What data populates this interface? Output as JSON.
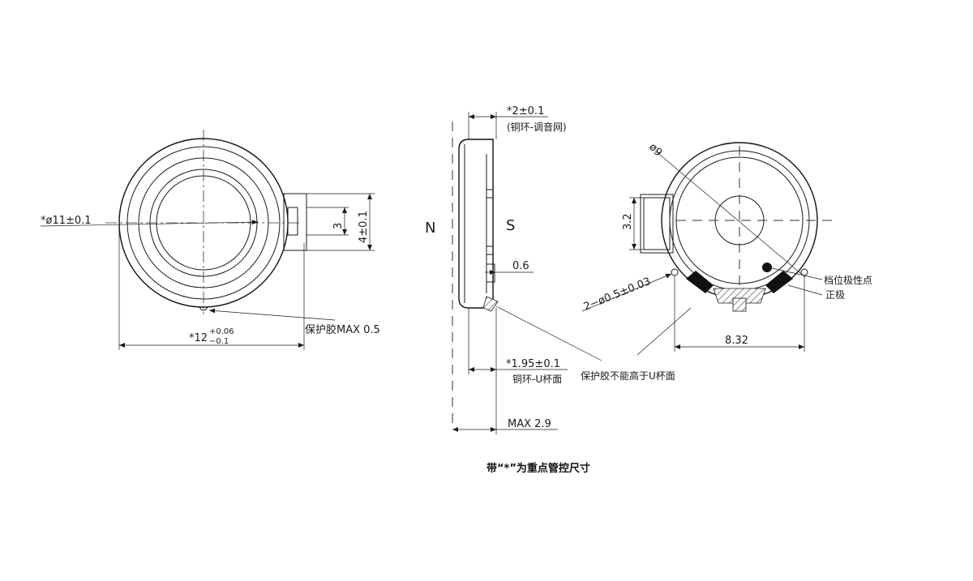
{
  "front_view": {
    "dia11": "*ø11±0.1",
    "dia12_base": "*12",
    "dia12_tol_upper": "+0.06",
    "dia12_tol_lower": "−0.1",
    "tab_inner": "3",
    "tab_outer": "4±0.1",
    "glue_note": "保护胶MAX 0.5"
  },
  "side_view": {
    "copper_ring_height": "*2±0.1",
    "copper_ring_note": "(铜环-调音网)",
    "pole_n": "N",
    "pole_s": "S",
    "gap": "0.6",
    "cup_height": "*1.95±0.1",
    "cup_note": "铜环-U杯面",
    "max_height": "MAX  2.9",
    "glue_note": "保护胶不能高于U杯面"
  },
  "rear_view": {
    "dia9": "ø9",
    "tab_width": "3.2",
    "holes": "2−ø0.5±0.03",
    "polarity_mark": "档位极性点",
    "positive": "正极",
    "width": "8.32"
  },
  "footnote": "带“*”为重点管控尺寸"
}
